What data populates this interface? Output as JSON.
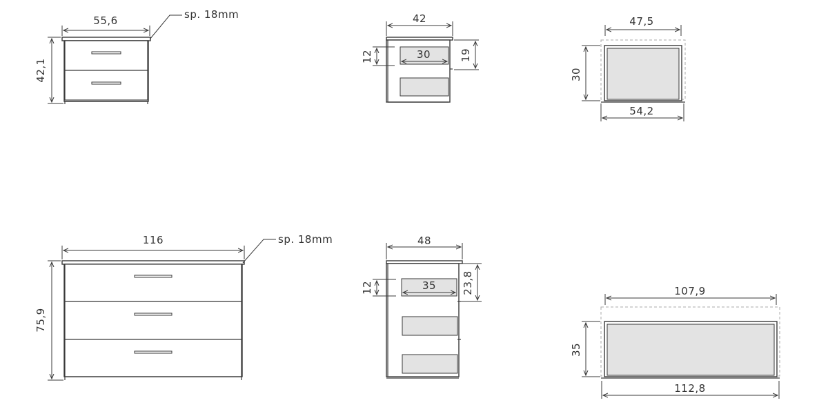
{
  "diagrams": {
    "small_chest": {
      "front": {
        "width": "55,6",
        "height": "42,1",
        "thickness_note": "sp. 18mm"
      },
      "side": {
        "depth": "42",
        "drawer_depth": "30",
        "drawer_height": "12",
        "drawer_pitch": "19"
      },
      "top": {
        "inner_width": "47,5",
        "outer_width": "54,2",
        "depth": "30"
      }
    },
    "large_chest": {
      "front": {
        "width": "116",
        "height": "75,9",
        "thickness_note": "sp. 18mm"
      },
      "side": {
        "depth": "48",
        "drawer_depth": "35",
        "drawer_height": "12",
        "drawer_pitch": "23,8"
      },
      "top": {
        "inner_width": "107,9",
        "outer_width": "112,8",
        "depth": "35"
      }
    }
  }
}
